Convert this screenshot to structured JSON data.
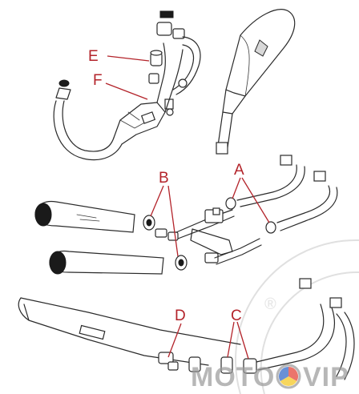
{
  "diagram": {
    "labels": [
      {
        "id": "A",
        "text": "A",
        "color": "#b3232a"
      },
      {
        "id": "B",
        "text": "B",
        "color": "#b3232a"
      },
      {
        "id": "C",
        "text": "C",
        "color": "#b3232a"
      },
      {
        "id": "D",
        "text": "D",
        "color": "#b3232a"
      },
      {
        "id": "E",
        "text": "E",
        "color": "#b3232a"
      },
      {
        "id": "F",
        "text": "F",
        "color": "#b3232a"
      }
    ],
    "watermark": {
      "brand_left": "MOTO",
      "brand_right": "VIP",
      "colors": [
        "#e33b2e",
        "#f5c518",
        "#2b62c7"
      ]
    }
  }
}
